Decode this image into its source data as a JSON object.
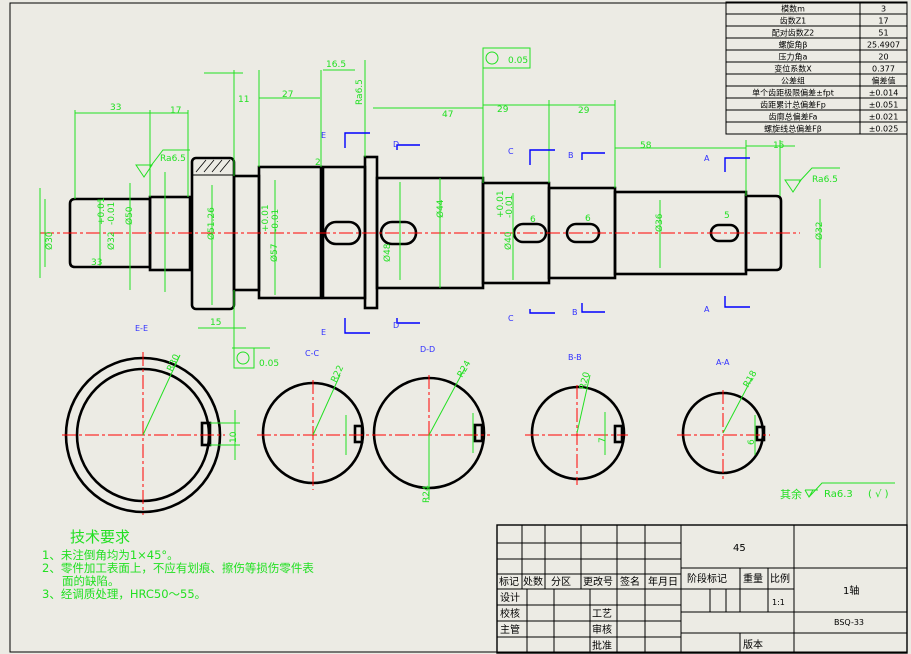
{
  "gear_params": [
    [
      "模数m",
      "3"
    ],
    [
      "齿数Z1",
      "17"
    ],
    [
      "配对齿数Z2",
      "51"
    ],
    [
      "螺旋角β",
      "25.4907"
    ],
    [
      "压力角a",
      "20"
    ],
    [
      "变位系数X",
      "0.377"
    ],
    [
      "公差组",
      "偏差值"
    ],
    [
      "单个齿距极限偏差±fpt",
      "±0.014"
    ],
    [
      "齿距累计总偏差Fp",
      "±0.051"
    ],
    [
      "齿廓总偏差Fa",
      "±0.021"
    ],
    [
      "螺旋线总偏差Fβ",
      "±0.025"
    ]
  ],
  "dims": {
    "l33": "33",
    "l17": "17",
    "l11": "11",
    "l27": "27",
    "l2": "2",
    "l165": "16.5",
    "l47": "47",
    "l29a": "29",
    "l29b": "29",
    "l58": "58",
    "l15r": "15",
    "l15b": "15",
    "l33b": "33",
    "d30": "Ø30",
    "d32l": "Ø32",
    "d50": "Ø50",
    "d5126": "Ø51.26",
    "d57": "Ø57",
    "d48": "Ø48",
    "d44": "Ø44",
    "d40": "Ø40",
    "d36": "Ø36",
    "d32r": "Ø32",
    "tp": "+0.01",
    "tm": "-0.01",
    "k6a": "6",
    "k6b": "6",
    "k5": "5"
  },
  "roughness": {
    "ra1": "Ra6.5",
    "ra2": "Ra6.5",
    "ra3": "Ra6.5",
    "rest_label": "其余",
    "rest_value": "Ra6.3",
    "rest_note": "( √ )"
  },
  "tolerance": {
    "t1": "0.05",
    "t2": "0.05"
  },
  "sections": {
    "cut": {
      "a": "A",
      "b": "B",
      "c": "C",
      "d": "D",
      "e": "E"
    },
    "ee": {
      "title": "E-E",
      "r": "R30",
      "w": "10"
    },
    "cc": {
      "title": "C-C",
      "r": "R22"
    },
    "dd": {
      "title": "D-D",
      "r": "R24",
      "r2": "R24"
    },
    "bb": {
      "title": "B-B",
      "r": "R20",
      "w": "7"
    },
    "aa": {
      "title": "A-A",
      "r": "R18",
      "w": "6"
    }
  },
  "requirements": {
    "title": "技术要求",
    "items": [
      "1、未注倒角均为1×45°。",
      "2、零件加工表面上，不应有划痕、擦伤等损伤零件表",
      "面的缺陷。",
      "3、经调质处理，HRC50～55。"
    ]
  },
  "title_block": {
    "material": "45",
    "headers": [
      "标记",
      "处数",
      "分区",
      "更改号",
      "签名",
      "年月日"
    ],
    "stage": "阶段标记",
    "weight": "重量",
    "scale_label": "比例",
    "scale": "1:1",
    "name": "1轴",
    "code": "BSQ-33",
    "design": "设计",
    "check": "校核",
    "supervisor": "主管",
    "process": "工艺",
    "review": "审核",
    "approve": "批准",
    "version": "版本"
  }
}
